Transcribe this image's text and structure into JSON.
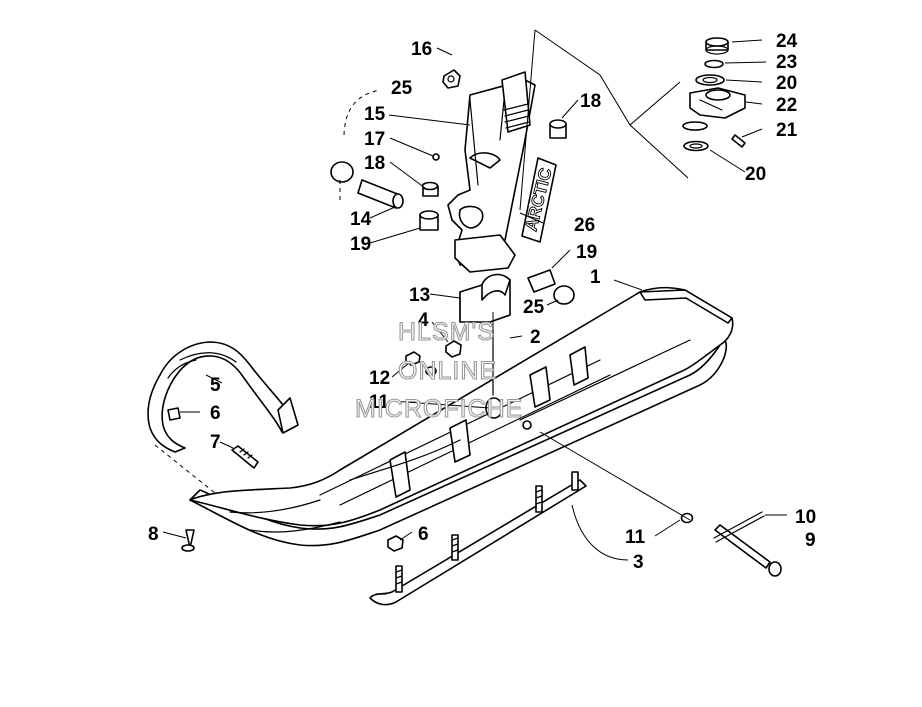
{
  "brand_text": "ARCTIC",
  "watermark": {
    "line1": "HLSM'S",
    "line2": "ONLINE",
    "line3": "MICROFICHE"
  },
  "callouts": {
    "c1": "1",
    "c2": "2",
    "c3": "3",
    "c4": "4",
    "c5": "5",
    "c6a": "6",
    "c6b": "6",
    "c7": "7",
    "c8": "8",
    "c9": "9",
    "c10": "10",
    "c11a": "11",
    "c11b": "11",
    "c12": "12",
    "c13": "13",
    "c14": "14",
    "c15": "15",
    "c16": "16",
    "c17": "17",
    "c18a": "18",
    "c18b": "18",
    "c19a": "19",
    "c19b": "19",
    "c20a": "20",
    "c20b": "20",
    "c21": "21",
    "c22": "22",
    "c23": "23",
    "c24": "24",
    "c25a": "25",
    "c25b": "25",
    "c26": "26"
  }
}
